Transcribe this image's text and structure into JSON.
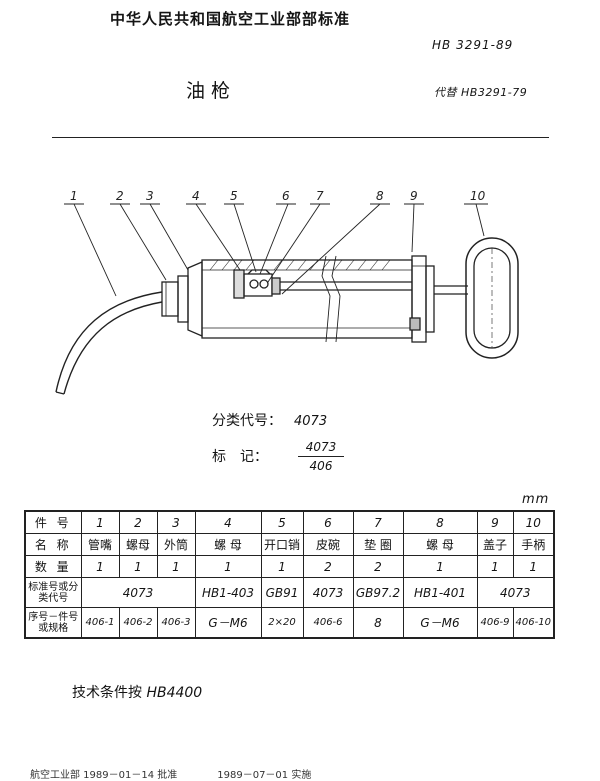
{
  "header": {
    "org": "中华人民共和国航空工业部部标准",
    "standard_no": "HB 3291-89",
    "title": "油 枪",
    "replaces": "代替 HB3291-79"
  },
  "drawing": {
    "callouts": [
      "1",
      "2",
      "3",
      "4",
      "5",
      "6",
      "7",
      "8",
      "9",
      "10"
    ]
  },
  "classification": {
    "label": "分类代号：",
    "value": "4073"
  },
  "marking": {
    "label": "标　记：",
    "numerator": "4073",
    "denominator": "406"
  },
  "unit": "mm",
  "table": {
    "row_labels": {
      "item": "件 号",
      "name": "名 称",
      "qty": "数 量",
      "std": "标准号或分类代号",
      "spec": "序号－件号或规格"
    },
    "items": [
      "1",
      "2",
      "3",
      "4",
      "5",
      "6",
      "7",
      "8",
      "9",
      "10"
    ],
    "names": [
      "管嘴",
      "螺母",
      "外筒",
      "螺 母",
      "开口销",
      "皮碗",
      "垫 圈",
      "螺 母",
      "盖子",
      "手柄"
    ],
    "qty": [
      "1",
      "1",
      "1",
      "1",
      "1",
      "2",
      "2",
      "1",
      "1",
      "1"
    ],
    "std": {
      "g1": "4073",
      "c4": "HB1-403",
      "c5": "GB91",
      "c6": "4073",
      "c7": "GB97.2",
      "c8": "HB1-401",
      "g9": "4073"
    },
    "spec": [
      "406-1",
      "406-2",
      "406-3",
      "G－M6",
      "2×20",
      "406-6",
      "8",
      "G－M6",
      "406-9",
      "406-10"
    ]
  },
  "tech_req": {
    "label": "技术条件按",
    "code": "HB4400"
  },
  "footer": "航空工业部 1989－01－14 批准　　　　1989－07－01 实施"
}
